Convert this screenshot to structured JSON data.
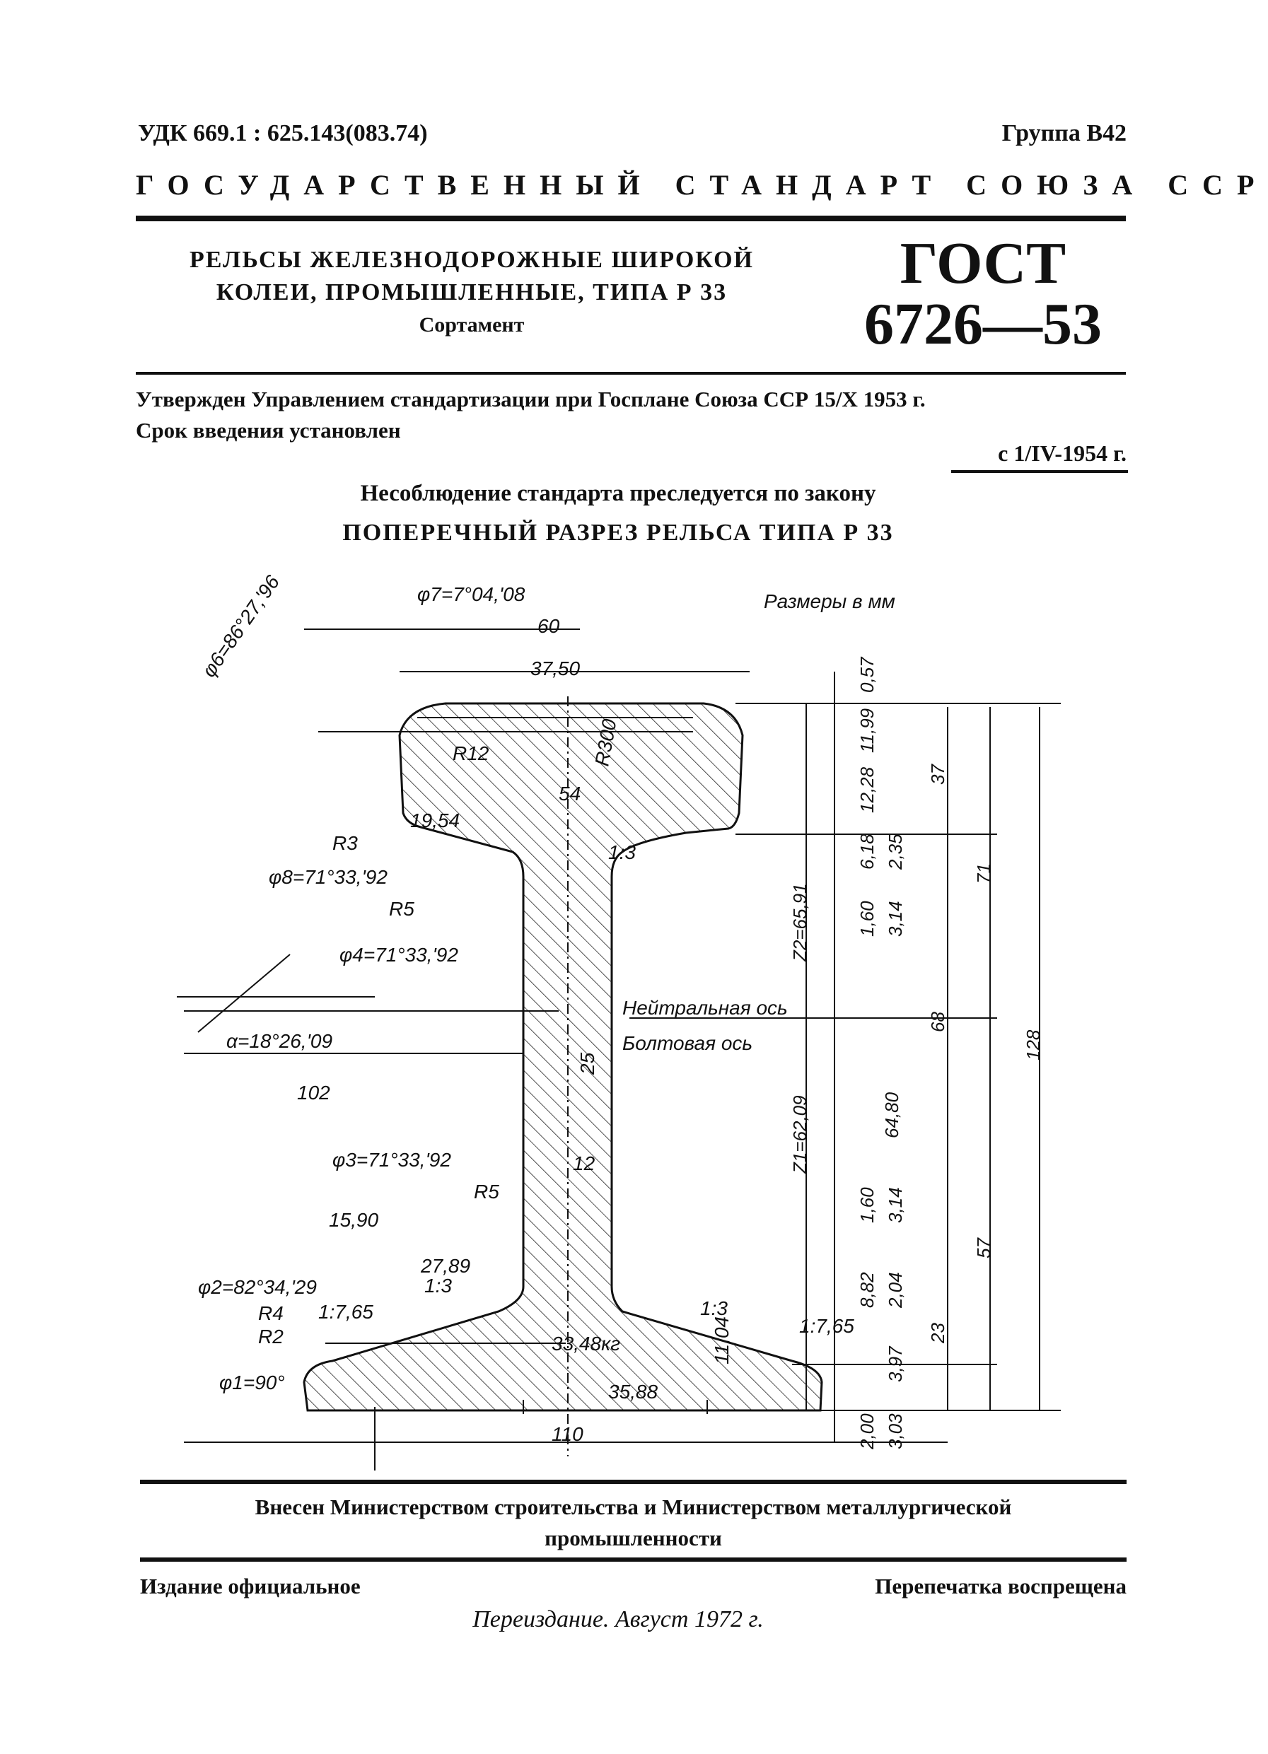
{
  "header": {
    "udk": "УДК 669.1 : 625.143(083.74)",
    "group": "Группа В42",
    "state_standard": "ГОСУДАРСТВЕННЫЙ СТАНДАРТ СОЮЗА ССР"
  },
  "title": {
    "line1": "РЕЛЬСЫ ЖЕЛЕЗНОДОРОЖНЫЕ ШИРОКОЙ",
    "line2": "КОЛЕИ, ПРОМЫШЛЕННЫЕ, ТИПА Р 33",
    "subtitle": "Сортамент"
  },
  "gost": {
    "label": "ГОСТ",
    "number": "6726—53"
  },
  "approval": {
    "approved_text": "Утвержден Управлением стандартизации при Госплане Союза ССР 15/X 1953 г.",
    "intro_term": "Срок введения установлен",
    "intro_date": "с 1/IV-1954 г."
  },
  "penalty": "Несоблюдение стандарта преследуется по закону",
  "section_title": "ПОПЕРЕЧНЫЙ РАЗРЕЗ РЕЛЬСА ТИПА Р 33",
  "drawing": {
    "units_note": "Размеры в мм",
    "angles": {
      "phi7": "φ7=7°04,'08",
      "phi6": "φ6=86°27,'96",
      "phi8": "φ8=71°33,'92",
      "phi4": "φ4=71°33,'92",
      "alpha": "α=18°26,'09",
      "phi3": "φ3=71°33,'92",
      "phi2": "φ2=82°34,'29",
      "phi1": "φ1=90°"
    },
    "radii": {
      "r12": "R12",
      "r300": "R300",
      "r3": "R3",
      "r5_top": "R5",
      "r5_bottom": "R5",
      "r4": "R4",
      "r2": "R2"
    },
    "head_dims": {
      "d60": "60",
      "d37_50": "37,50",
      "d54": "54",
      "d19_54": "19,54",
      "slope_head": "1:3"
    },
    "axes": {
      "neutral": "Нейтральная ось",
      "bolt": "Болтовая ось"
    },
    "web_dims": {
      "d102": "102",
      "d25": "25",
      "d12": "12"
    },
    "foot_dims": {
      "d15_90": "15,90",
      "d27_89": "27,89",
      "slope_1_3_left": "1:3",
      "slope_1_7_65_left": "1:7,65",
      "slope_1_3_right": "1:3",
      "slope_1_7_65_right": "1:7,65",
      "weight": "33,48кг",
      "d11_04": "11,04",
      "d35_88": "35,88",
      "d110": "110"
    },
    "vertical_dims": {
      "d0_57": "0,57",
      "d11_99": "11,99",
      "d12_28": "12,28",
      "d6_18": "6,18",
      "d2_35": "2,35",
      "d1_60_top": "1,60",
      "d3_14_top": "3,14",
      "d37": "37",
      "z2": "Z2=65,91",
      "d71": "71",
      "d68": "68",
      "d128": "128",
      "z1": "Z1=62,09",
      "d64_80": "64,80",
      "d1_60_bot": "1,60",
      "d3_14_bot": "3,14",
      "d57": "57",
      "d8_82": "8,82",
      "d2_04": "2,04",
      "d23": "23",
      "d3_97": "3,97",
      "d2_00": "2,00",
      "d3_03": "3,03"
    }
  },
  "footer": {
    "introduced_line1": "Внесен Министерством строительства и Министерством металлургической",
    "introduced_line2": "промышленности",
    "edition": "Издание официальное",
    "reprint_ban": "Перепечатка воспрещена",
    "reissue": "Переиздание. Август 1972 г."
  }
}
